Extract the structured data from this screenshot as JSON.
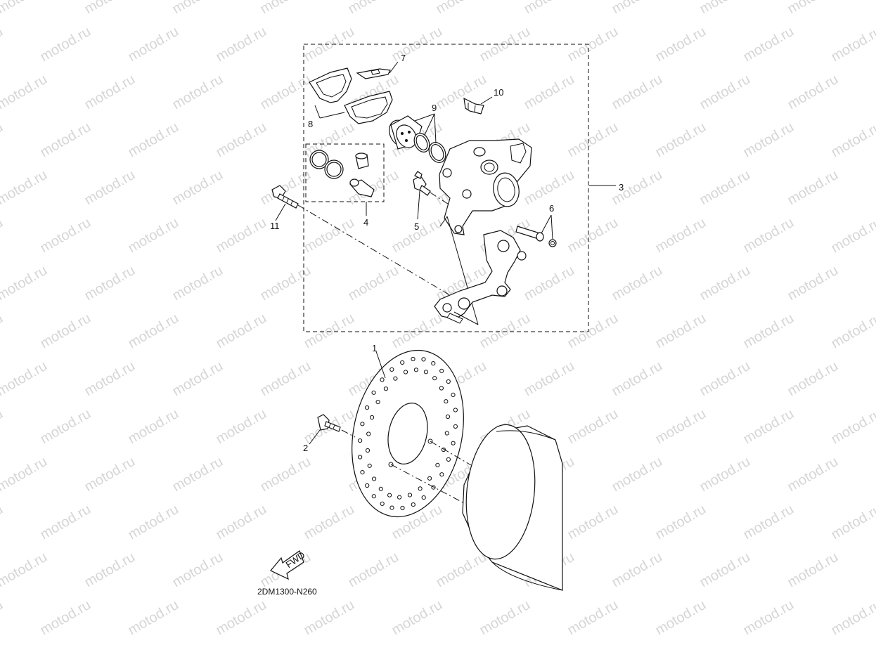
{
  "watermark": "motod.ru",
  "diagram_code": "2DM1300-N260",
  "fwd_label": "FWD",
  "callouts": {
    "p1": "1",
    "p2": "2",
    "p3": "3",
    "p4": "4",
    "p5": "5",
    "p6": "6",
    "p7": "7",
    "p8": "8",
    "p9": "9",
    "p10": "10",
    "p11": "11"
  }
}
